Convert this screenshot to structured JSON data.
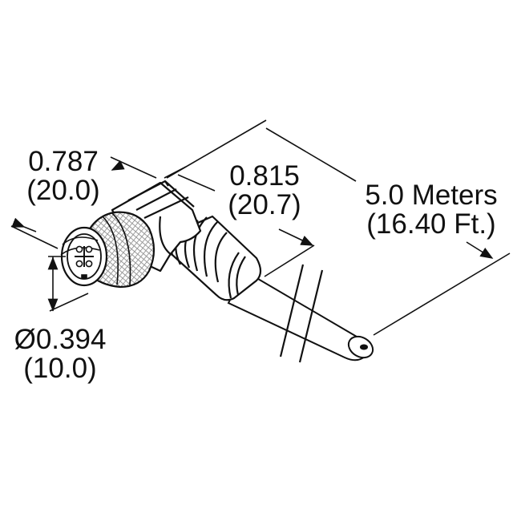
{
  "colors": {
    "ink": "#111111",
    "paper": "#ffffff",
    "knurl": "#bbbbbb"
  },
  "dimensions": {
    "width": {
      "value": "0.787",
      "metric": "(20.0)"
    },
    "body_length": {
      "value": "0.815",
      "metric": "(20.7)"
    },
    "cable_length": {
      "value": "5.0 Meters",
      "imperial": "(16.40 Ft.)"
    },
    "diameter": {
      "value": "Ø0.394",
      "metric": "(10.0)"
    }
  }
}
